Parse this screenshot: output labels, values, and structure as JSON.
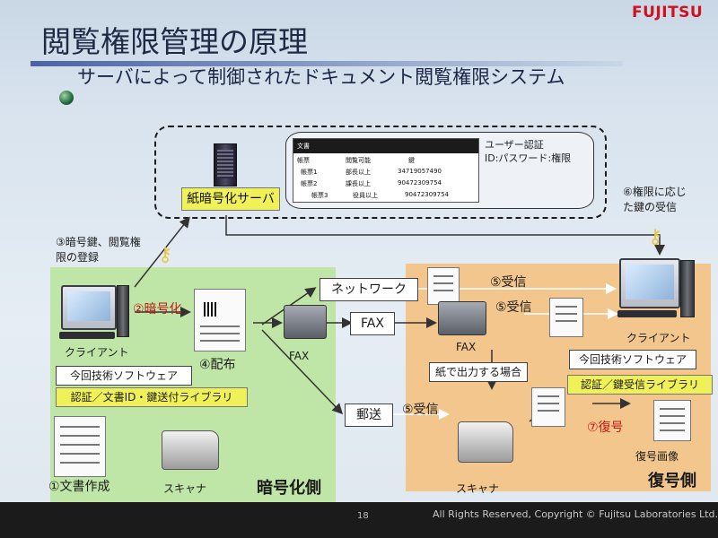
{
  "header": {
    "logo": "FUJITSU",
    "title": "閲覧権限管理の原理",
    "subtitle": "サーバによって制御されたドキュメント閲覧権限システム"
  },
  "server_box": {
    "server_label": "紙暗号化サーバ",
    "table": {
      "title": "文書",
      "columns": [
        "帳票",
        "閲覧可能",
        "鍵"
      ],
      "rows": [
        [
          "帳票1",
          "部長以上",
          "3471905749​0"
        ],
        [
          "帳票2",
          "課長以上",
          "90472309754"
        ],
        [
          "帳票3",
          "役員以上",
          "90472309754"
        ]
      ]
    },
    "auth_title": "ユーザー認証",
    "auth_text": "ID:パスワード:権限"
  },
  "steps": {
    "s3": "③暗号鍵、閲覧権限の登録",
    "s3_line1": "③暗号鍵、閲覧権",
    "s3_line2": "限の登録",
    "s2": "②暗号化",
    "s4": "④配布",
    "s1": "①文書作成",
    "s5_network": "⑤受信",
    "s5_fax": "⑤受信",
    "s5_post": "⑤受信",
    "s6_line1": "⑥権限に応じ",
    "s6_line2": "た鍵の受信",
    "s7": "⑦復号"
  },
  "left_side": {
    "client": "クライアント",
    "software": "今回技術ソフトウェア",
    "library": "認証／文書ID・鍵送付ライブラリ",
    "fax": "FAX",
    "scanner": "スキャナ",
    "side_label": "暗号化側"
  },
  "channels": {
    "network": "ネットワーク",
    "fax": "FAX",
    "post": "郵送"
  },
  "right_side": {
    "fax": "FAX",
    "client": "クライアント",
    "software": "今回技術ソフトウェア",
    "library": "認証／鍵受信ライブラリ",
    "paper_output": "紙で出力する場合",
    "decoded": "復号画像",
    "scanner": "スキャナ",
    "side_label": "復号側"
  },
  "footer": {
    "page": "18",
    "copyright": "All Rights Reserved, Copyright © Fujitsu Laboratories Ltd."
  },
  "colors": {
    "green_area": "#bfe6a6",
    "orange_area": "#f2c68c",
    "highlight": "#f0f058",
    "logo_red": "#d0101e",
    "step_red": "#c01818"
  }
}
